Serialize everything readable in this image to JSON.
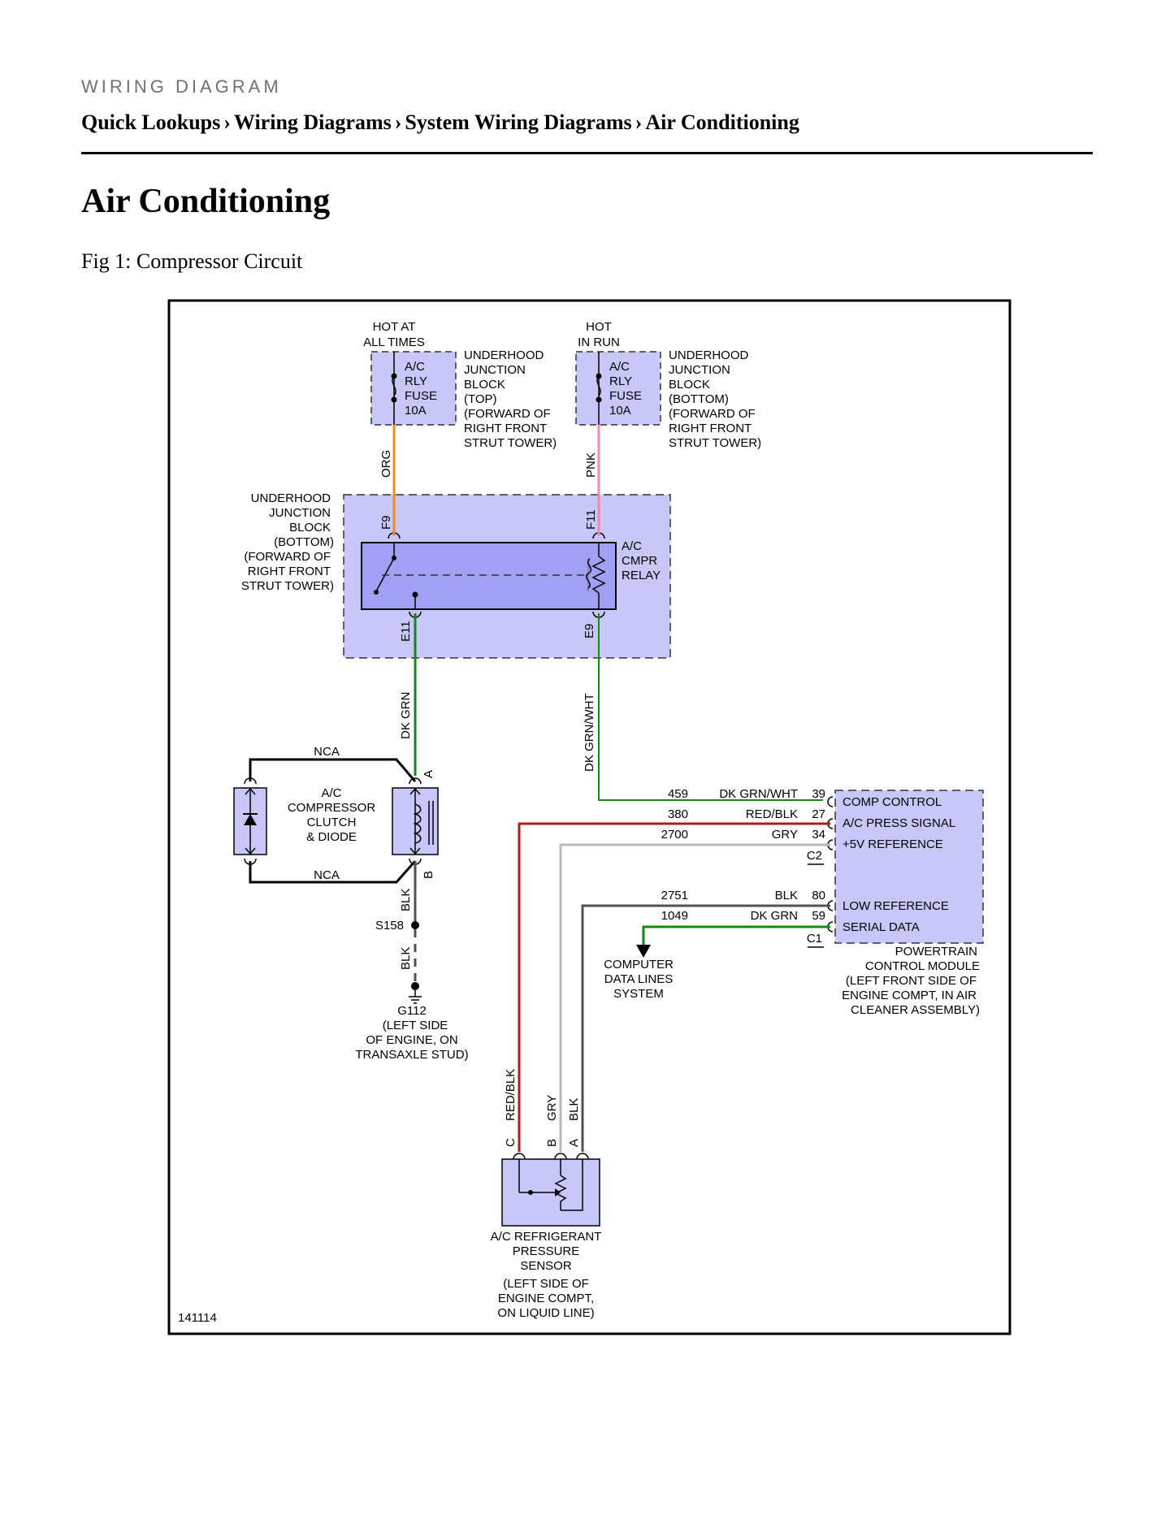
{
  "header": {
    "kicker": "WIRING DIAGRAM",
    "breadcrumbs": [
      "Quick Lookups",
      "Wiring Diagrams",
      "System Wiring Diagrams",
      "Air Conditioning"
    ],
    "separator": "›"
  },
  "page_title": "Air Conditioning",
  "figure_caption": "Fig 1: Compressor Circuit",
  "diagram": {
    "diagram_id": "141114",
    "power_sources": {
      "hot_at_all_times": [
        "HOT AT",
        "ALL TIMES"
      ],
      "hot_in_run": [
        "HOT",
        "IN RUN"
      ]
    },
    "fuse_left": {
      "label": [
        "A/C",
        "RLY",
        "FUSE",
        "10A"
      ],
      "location": [
        "UNDERHOOD",
        "JUNCTION",
        "BLOCK",
        "(TOP)",
        "(FORWARD OF",
        "RIGHT FRONT",
        "STRUT TOWER)"
      ]
    },
    "fuse_right": {
      "label": [
        "A/C",
        "RLY",
        "FUSE",
        "10A"
      ],
      "location": [
        "UNDERHOOD",
        "JUNCTION",
        "BLOCK",
        "(BOTTOM)",
        "(FORWARD OF",
        "RIGHT FRONT",
        "STRUT TOWER)"
      ]
    },
    "junction_block": {
      "location": [
        "UNDERHOOD",
        "JUNCTION",
        "BLOCK",
        "(BOTTOM)",
        "(FORWARD OF",
        "RIGHT FRONT",
        "STRUT TOWER)"
      ],
      "relay_label": [
        "A/C",
        "CMPR",
        "RELAY"
      ],
      "pins": {
        "f9": "F9",
        "f11": "F11",
        "e11": "E11",
        "e9": "E9"
      }
    },
    "wire_colors": {
      "org": "ORG",
      "pnk": "PNK",
      "dk_grn": "DK GRN",
      "dk_grn_wht": "DK GRN/WHT",
      "blk": "BLK",
      "red_blk": "RED/BLK",
      "gry": "GRY"
    },
    "compressor": {
      "label": [
        "A/C",
        "COMPRESSOR",
        "CLUTCH",
        "& DIODE"
      ],
      "nca_top": "NCA",
      "nca_bottom": "NCA",
      "pin_a": "A",
      "pin_b": "B"
    },
    "ground": {
      "splice": "S158",
      "label": [
        "G112",
        "(LEFT SIDE",
        "OF ENGINE, ON",
        "TRANSAXLE STUD)"
      ]
    },
    "pcm_circuits": [
      {
        "circuit": "459",
        "color": "DK GRN/WHT",
        "pin": "39",
        "function": "COMP CONTROL"
      },
      {
        "circuit": "380",
        "color": "RED/BLK",
        "pin": "27",
        "function": "A/C PRESS SIGNAL"
      },
      {
        "circuit": "2700",
        "color": "GRY",
        "pin": "34",
        "function": "+5V REFERENCE"
      },
      {
        "circuit": "2751",
        "color": "BLK",
        "pin": "80",
        "function": "LOW REFERENCE"
      },
      {
        "circuit": "1049",
        "color": "DK GRN",
        "pin": "59",
        "function": "SERIAL DATA"
      }
    ],
    "pcm": {
      "connector_c2": "C2",
      "connector_c1": "C1",
      "label": [
        "POWERTRAIN",
        "CONTROL MODULE",
        "(LEFT FRONT SIDE OF",
        "ENGINE COMPT, IN AIR",
        "CLEANER ASSEMBLY)"
      ]
    },
    "computer_data": [
      "COMPUTER",
      "DATA LINES",
      "SYSTEM"
    ],
    "sensor": {
      "pins": {
        "c": "C",
        "b": "B",
        "a": "A"
      },
      "label": [
        "A/C REFRIGERANT",
        "PRESSURE",
        "SENSOR"
      ],
      "location": [
        "(LEFT SIDE OF",
        "ENGINE COMPT,",
        "ON LIQUID LINE)"
      ]
    },
    "colors": {
      "component_fill": "#c8c8f8",
      "relay_fill": "#a0a0f4",
      "org_wire": "#f08a1c",
      "pnk_wire": "#f088b0",
      "dk_grn_wire": "#128a12",
      "red_blk_wire": "#b01c1c",
      "gry_wire": "#b8b8b8",
      "blk_wire": "#505050"
    }
  }
}
